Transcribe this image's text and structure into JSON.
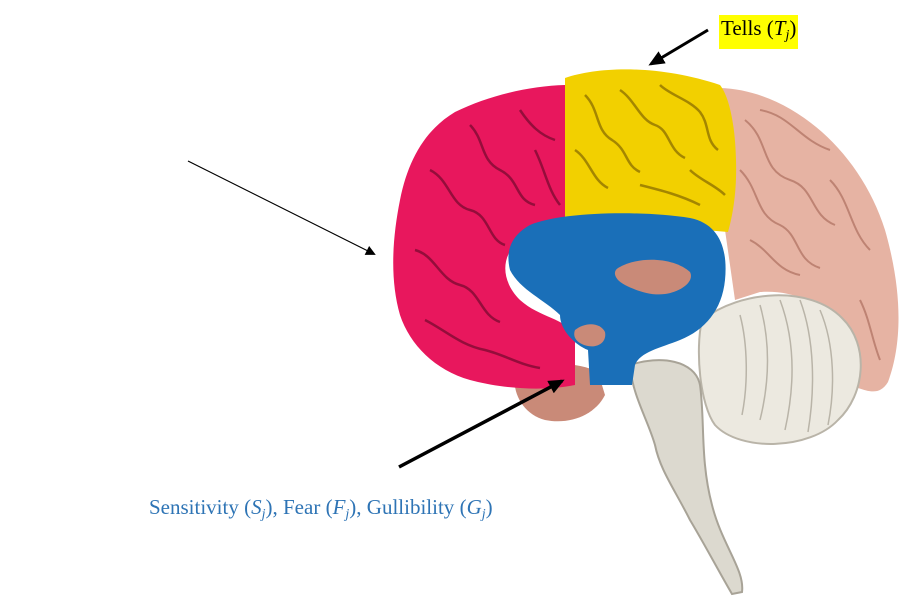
{
  "labels": {
    "tells": {
      "name": "Tells",
      "symbol": "T",
      "subscript": "j",
      "highlight_color": "#ffff00"
    },
    "traits": [
      {
        "name": "Sensitivity",
        "symbol": "S",
        "subscript": "j"
      },
      {
        "name": "Fear",
        "symbol": "F",
        "subscript": "j"
      },
      {
        "name": "Gullibility",
        "symbol": "G",
        "subscript": "j"
      }
    ],
    "traits_color": "#2e74b5"
  },
  "regions": {
    "frontal_color": "#e8175d",
    "parietal_color": "#f2d000",
    "limbic_color": "#1a6fb8",
    "occipital_color": "#e6b3a3",
    "cerebellum_color": "#ece9e0",
    "brainstem_color": "#dcd9cf"
  }
}
